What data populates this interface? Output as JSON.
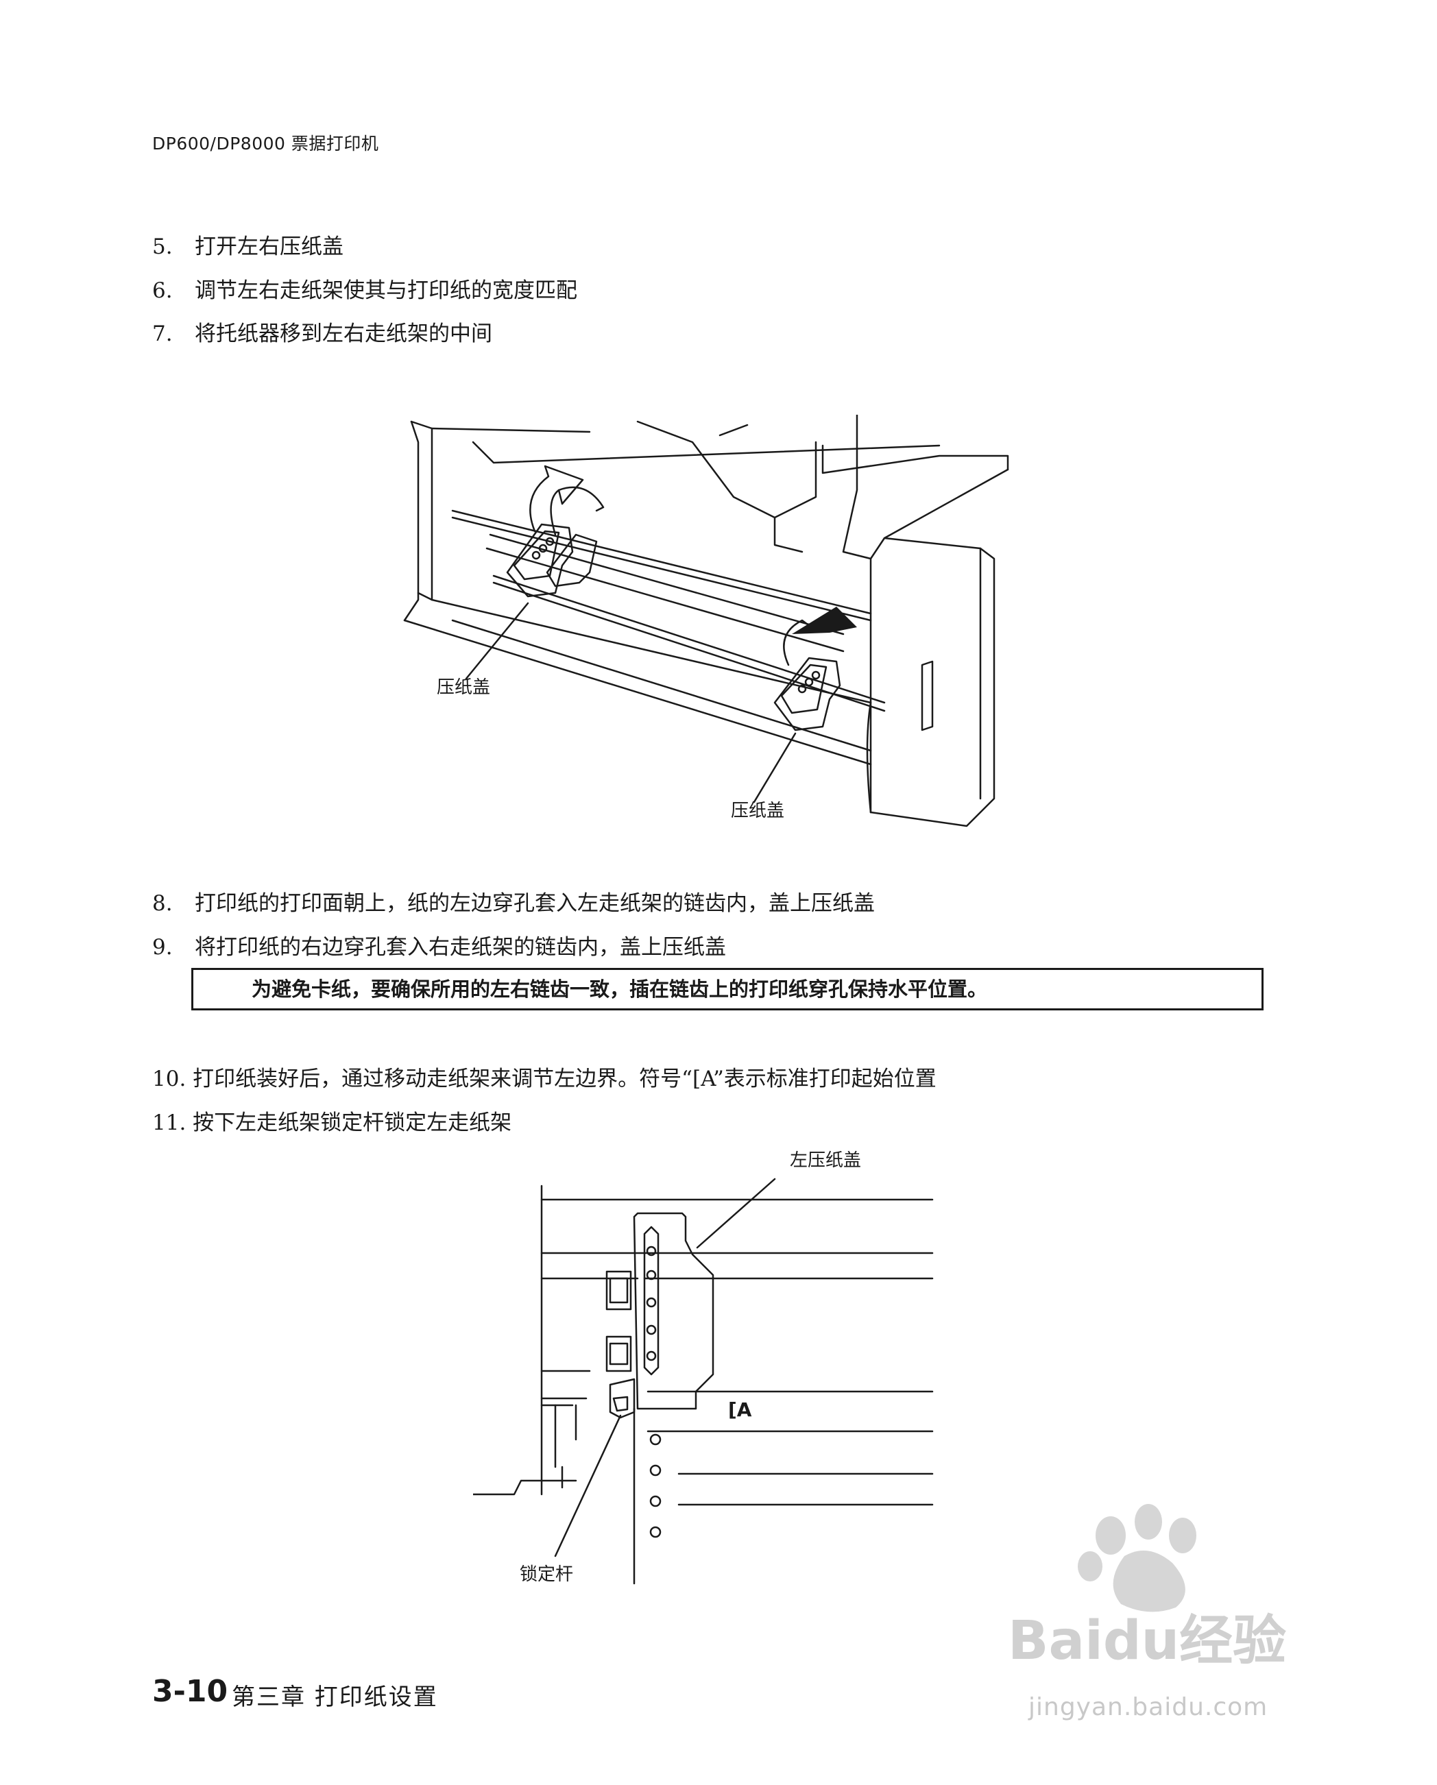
{
  "header": {
    "title": "DP600/DP8000 票据打印机"
  },
  "steps_a": [
    {
      "num": "5.",
      "text": "打开左右压纸盖"
    },
    {
      "num": "6.",
      "text": "调节左右走纸架使其与打印纸的宽度匹配"
    },
    {
      "num": "7.",
      "text": "将托纸器移到左右走纸架的中间"
    }
  ],
  "figure1": {
    "label_left": "压纸盖",
    "label_right": "压纸盖"
  },
  "steps_b": [
    {
      "num": "8.",
      "text": "打印纸的打印面朝上，纸的左边穿孔套入左走纸架的链齿内，盖上压纸盖"
    },
    {
      "num": "9.",
      "text": "将打印纸的右边穿孔套入右走纸架的链齿内，盖上压纸盖"
    }
  ],
  "note": {
    "text": "为避免卡纸，要确保所用的左右链齿一致，插在链齿上的打印纸穿孔保持水平位置。"
  },
  "steps_c": [
    {
      "num": "10.",
      "text": "打印纸装好后，通过移动走纸架来调节左边界。符号“[A”表示标准打印起始位置"
    },
    {
      "num": "11.",
      "text": "按下左走纸架锁定杆锁定左走纸架"
    }
  ],
  "figure2": {
    "label_cover": "左压纸盖",
    "label_mark": "[A",
    "label_lever": "锁定杆"
  },
  "footer": {
    "page_number": "3-10",
    "chapter": "第三章 打印纸设置"
  },
  "watermark": {
    "text": "jingyan.baidu.com",
    "logo": "Baidu经验"
  }
}
